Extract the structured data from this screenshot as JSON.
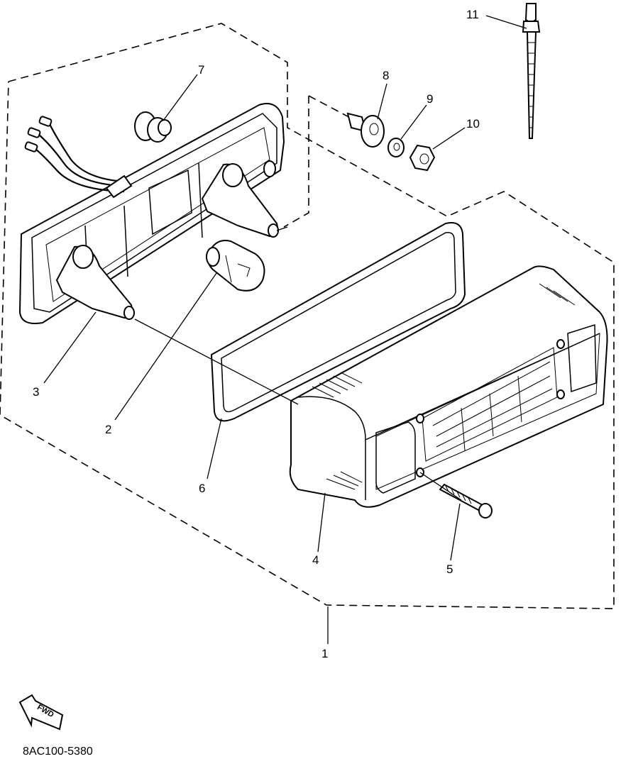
{
  "callouts": {
    "c1": "1",
    "c2": "2",
    "c3": "3",
    "c4": "4",
    "c5": "5",
    "c6": "6",
    "c7": "7",
    "c8": "8",
    "c9": "9",
    "c10": "10",
    "c11": "11"
  },
  "direction_label": "FWD",
  "diagram_code": "8AC100-5380"
}
